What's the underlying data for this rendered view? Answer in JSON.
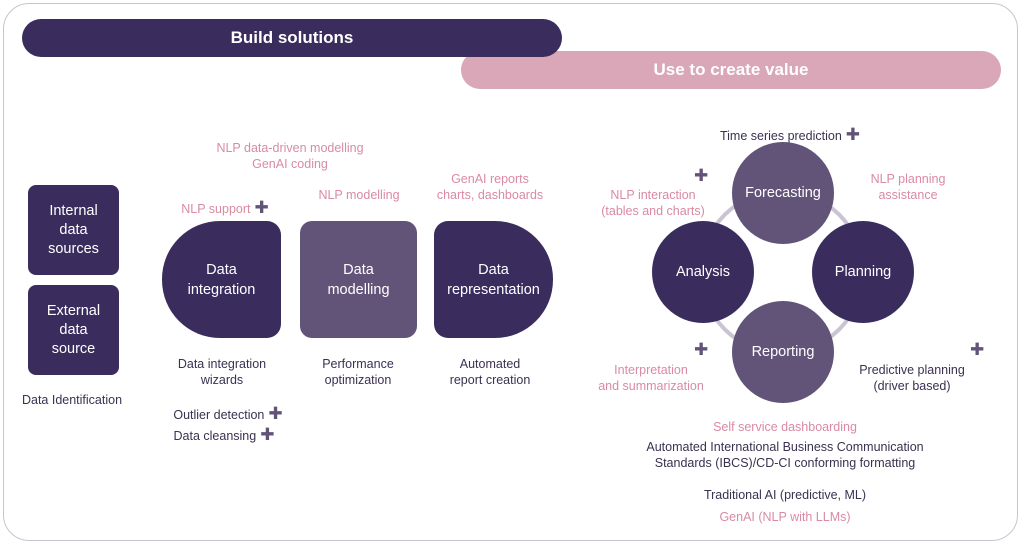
{
  "banners": {
    "build": "Build solutions",
    "value": "Use to create value"
  },
  "sources": {
    "internal": "Internal\ndata\nsources",
    "external": "External\ndata\nsource",
    "caption": "Data Identification"
  },
  "build": {
    "integration": {
      "label": "Data\nintegration",
      "above": "NLP support",
      "below_1": "Data integration\nwizards",
      "below_2": "Outlier detection",
      "below_3": "Data cleansing"
    },
    "top_note": "NLP data-driven modelling\nGenAI coding",
    "modelling": {
      "label": "Data\nmodelling",
      "above": "NLP modelling",
      "below": "Performance\noptimization"
    },
    "representation": {
      "label": "Data\nrepresentation",
      "above": "GenAI reports\ncharts, dashboards",
      "below": "Automated\nreport creation"
    }
  },
  "value": {
    "forecasting": "Forecasting",
    "analysis": "Analysis",
    "planning": "Planning",
    "reporting": "Reporting",
    "time_series": "Time series prediction",
    "nlp_interaction": "NLP interaction\n(tables and charts)",
    "nlp_planning": "NLP planning\nassistance",
    "interpretation": "Interpretation\nand summarization",
    "predictive_planning": "Predictive planning\n(driver based)",
    "self_service": "Self service dashboarding",
    "ibcs": "Automated International Business Communication\nStandards (IBCS)/CD-CI conforming formatting"
  },
  "legend": {
    "traditional": "Traditional AI (predictive, ML)",
    "genai": "GenAI (NLP with LLMs)"
  },
  "colors": {
    "dark_purple": "#3a2d5e",
    "mid_purple": "#625478",
    "pink": "#d9a7b7",
    "pink_text": "#d98ba3"
  }
}
